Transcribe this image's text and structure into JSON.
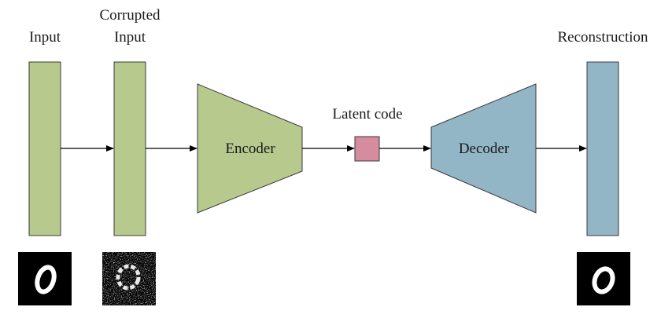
{
  "labels": {
    "input": "Input",
    "corrupted_line1": "Corrupted",
    "corrupted_line2": "Input",
    "encoder": "Encoder",
    "latent": "Latent code",
    "decoder": "Decoder",
    "reconstruction": "Reconstruction"
  },
  "colors": {
    "green_fill": "#b7c98d",
    "blue_fill": "#93b6c7",
    "pink_fill": "#d48c9e",
    "stroke": "#3a3a3a",
    "arrow": "#000000",
    "digit_bg": "#000000",
    "digit_fg": "#ffffff"
  },
  "icons": {
    "input_digit": "handwritten-zero-icon",
    "corrupted_digit": "noisy-zero-icon",
    "reconstructed_digit": "handwritten-zero-icon"
  }
}
